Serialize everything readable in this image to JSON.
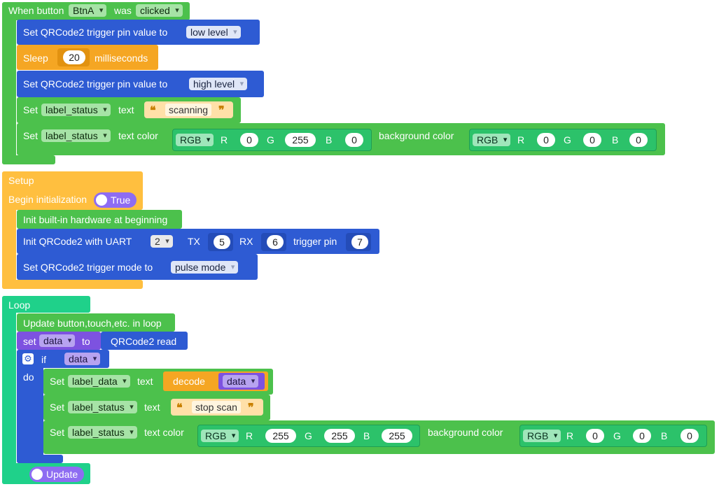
{
  "event_block": {
    "when_button": "When button",
    "button": "BtnA",
    "was": "was",
    "action": "clicked",
    "set_pin1": "Set QRCode2 trigger pin value to",
    "pin1_value": "low level",
    "sleep": "Sleep",
    "sleep_value": "20",
    "milliseconds": "milliseconds",
    "set_pin2": "Set QRCode2 trigger pin value to",
    "pin2_value": "high level",
    "set_text": "Set",
    "text_label": "label_status",
    "text_word": "text",
    "text_value": "scanning",
    "set_color": "Set",
    "color_label": "label_status",
    "text_color_word": "text color",
    "bg_color_word": "background color",
    "fg": {
      "rgb": "RGB",
      "r_label": "R",
      "r": "0",
      "g_label": "G",
      "g": "255",
      "b_label": "B",
      "b": "0"
    },
    "bg": {
      "rgb": "RGB",
      "r_label": "R",
      "r": "0",
      "g_label": "G",
      "g": "0",
      "b_label": "B",
      "b": "0"
    }
  },
  "setup_block": {
    "title": "Setup",
    "begin_init": "Begin initialization",
    "toggle": "True",
    "init_hw": "Init built-in hardware at beginning",
    "init_qr": "Init QRCode2 with UART",
    "uart": "2",
    "tx_label": "TX",
    "tx": "5",
    "rx_label": "RX",
    "rx": "6",
    "trigger_pin_label": "trigger pin",
    "trigger_pin": "7",
    "set_mode": "Set QRCode2 trigger mode to",
    "mode": "pulse mode"
  },
  "loop_block": {
    "title": "Loop",
    "update_text": "Update button,touch,etc. in loop",
    "set_word": "set",
    "var_name": "data",
    "to_word": "to",
    "read": "QRCode2 read",
    "if_word": "if",
    "if_var": "data",
    "do_word": "do",
    "set1": "Set",
    "label1": "label_data",
    "text1": "text",
    "decode": "decode",
    "decode_var": "data",
    "set2": "Set",
    "label2": "label_status",
    "text2": "text",
    "text2_value": "stop scan",
    "set3": "Set",
    "label3": "label_status",
    "text_color_word": "text color",
    "bg_color_word": "background color",
    "fg": {
      "rgb": "RGB",
      "r_label": "R",
      "r": "255",
      "g_label": "G",
      "g": "255",
      "b_label": "B",
      "b": "255"
    },
    "bg": {
      "rgb": "RGB",
      "r_label": "R",
      "r": "0",
      "g_label": "G",
      "g": "0",
      "b_label": "B",
      "b": "0"
    },
    "update_toggle": "Update"
  },
  "colors": {
    "event": "#4cc14c",
    "qrcode": "#2e5bd3",
    "sleep": "#f5a623",
    "setup": "#ffbf3f",
    "loop": "#1fd18a",
    "variable": "#7d52e0"
  }
}
